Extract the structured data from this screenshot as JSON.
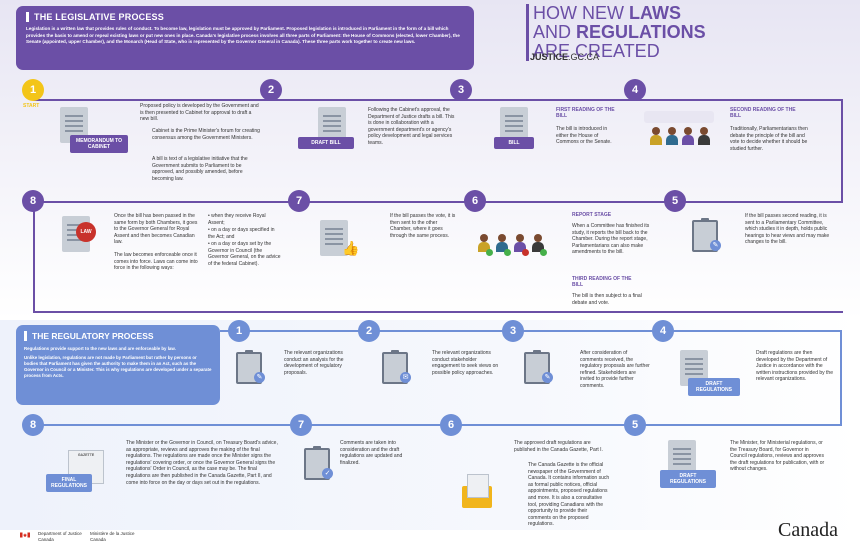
{
  "leg": {
    "title": "THE LEGISLATIVE PROCESS",
    "intro": "Legislation is a written law that provides rules of conduct. To become law, legislation must be approved by Parliament. Proposed legislation is introduced in Parliament in the form of a bill which provides the basis to amend or repeal existing laws or put new ones in place. Canada's legislative process involves all three parts of Parliament: the House of Commons (elected, lower Chamber), the Senate (appointed, upper Chamber), and the Monarch (Head of State, who is represented by the Governor General in Canada). These three parts work together to create new laws."
  },
  "title": {
    "l1a": "HOW NEW ",
    "l1b": "LAWS",
    "l2a": "AND ",
    "l2b": "REGULATIONS",
    "l3a": "ARE ",
    "l3b": "CREATED"
  },
  "site": {
    "a": "JUSTICE",
    "b": ".GC.CA"
  },
  "ls": {
    "n1": "1",
    "n2": "2",
    "n3": "3",
    "n4": "4",
    "n5": "5",
    "n6": "6",
    "n7": "7",
    "n8": "8",
    "start": "START",
    "s1tag": "MEMORANDUM TO CABINET",
    "s1a": "Proposed policy is developed by the Government and is then presented to Cabinet for approval to draft a new bill.",
    "s1b": "Cabinet is the Prime Minister's forum for creating consensus among the Government Ministers.",
    "s1c": "A bill is text of a legislative initiative that the Government submits to Parliament to be approved, and possibly amended, before becoming law.",
    "s2tag": "DRAFT BILL",
    "s2": "Following the Cabinet's approval, the Department of Justice drafts a bill. This is done in collaboration with a government department's or agency's policy development and legal services teams.",
    "s3tag": "BILL",
    "s3h": "FIRST READING OF THE BILL",
    "s3": "The bill is introduced in either the House of Commons or the Senate.",
    "s4h": "SECOND READING OF THE BILL",
    "s4": "Traditionally, Parliamentarians then debate the principle of the bill and vote to decide whether it should be studied further.",
    "s5": "If the bill passes second reading, it is sent to a Parliamentary Committee, which studies it in depth, holds public hearings to hear views and may make changes to the bill.",
    "s6h": "REPORT STAGE",
    "s6": "When a Committee has finished its study, it reports the bill back to the Chamber. During the report stage, Parliamentarians can also make amendments to the bill.",
    "s6h2": "THIRD READING OF THE BILL",
    "s6b": "The bill is then subject to a final debate and vote.",
    "s7": "If the bill passes the vote, it is then sent to the other Chamber, where it goes through the same process.",
    "s8tag": "LAW",
    "s8a": "Once the bill has been passed in the same form by both Chambers, it goes to the Governor General for Royal Assent and then becomes Canadian law.",
    "s8b": "The law becomes enforceable once it comes into force. Laws can come into force in the following ways:",
    "s8c1": "when they receive Royal Assent;",
    "s8c2": "on a day or days specified in the Act; and",
    "s8c3": "on a day or days set by the Governor in Council (the Governor General, on the advice of the federal Cabinet)."
  },
  "reg": {
    "title": "THE REGULATORY PROCESS",
    "p1": "Regulations provide support to the new laws and are enforceable by law.",
    "p2": "Unlike legislation, regulations are not made by Parliament but rather by persons or bodies that Parliament has given the authority to make them in an Act, such as the Governor in Council or a Minister. This is why regulations are developed under a separate process from Acts."
  },
  "rs": {
    "n1": "1",
    "n2": "2",
    "n3": "3",
    "n4": "4",
    "n5": "5",
    "n6": "6",
    "n7": "7",
    "n8": "8",
    "s1": "The relevant organizations conduct an analysis for the development of regulatory proposals.",
    "s2": "The relevant organizations conduct stakeholder engagement to seek views on possible policy approaches.",
    "s3": "After consideration of comments received, the regulatory proposals are further refined. Stakeholders are invited to provide further comments.",
    "s4tag": "DRAFT REGULATIONS",
    "s4": "Draft regulations are then developed by the Department of Justice in accordance with the written instructions provided by the relevant organizations.",
    "s5tag": "DRAFT REGULATIONS",
    "s5": "The Minister, for Ministerial regulations, or the Treasury Board, for Governor in Council regulations, reviews and approves the draft regulations for publication, with or without changes.",
    "s6a": "The approved draft regulations are published in the Canada Gazette, Part I.",
    "s6b": "The Canada Gazette is the official newspaper of the Government of Canada. It contains information such as formal public notices, official appointments, proposed regulations and more. It is also a consultative tool, providing Canadians with the opportunity to provide their comments on the proposed regulations.",
    "s7": "Comments are taken into consideration and the draft regulations are updated and finalized.",
    "s8tag": "FINAL REGULATIONS",
    "s8": "The Minister or the Governor in Council, on Treasury Board's advice, as appropriate, reviews and approves the making of the final regulations. The regulations are made once the Minister signs the regulations' covering order, or once the Governor General signs the regulations' Order in Council, as the case may be. The final regulations are then published in the Canada Gazette, Part II, and come into force on the day or days set out in the regulations.",
    "gazette": "GAZETTE"
  },
  "footer": {
    "d1": "Department of Justice",
    "d2": "Canada",
    "m1": "Ministère de la Justice",
    "m2": "Canada",
    "wordmark": "Canada"
  },
  "colors": {
    "legislative": "#6b4fa6",
    "regulatory": "#6f8fd6",
    "start": "#f3c518"
  }
}
